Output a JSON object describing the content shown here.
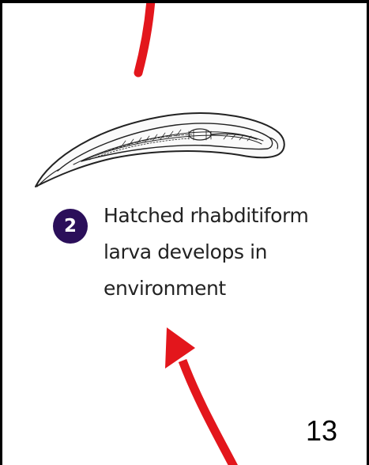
{
  "step": {
    "number": "2",
    "lines": [
      "Hatched rhabditiform",
      "larva develops in",
      "environment"
    ]
  },
  "page_number": "13",
  "icons": {
    "larva": "rhabditiform-larva-illustration",
    "arrow_top": "red-curved-arrow",
    "arrow_bottom": "red-curved-arrow-head"
  },
  "colors": {
    "arrow": "#e3161c",
    "badge": "#2b0f5a",
    "text": "#222222",
    "frame": "#000000"
  }
}
